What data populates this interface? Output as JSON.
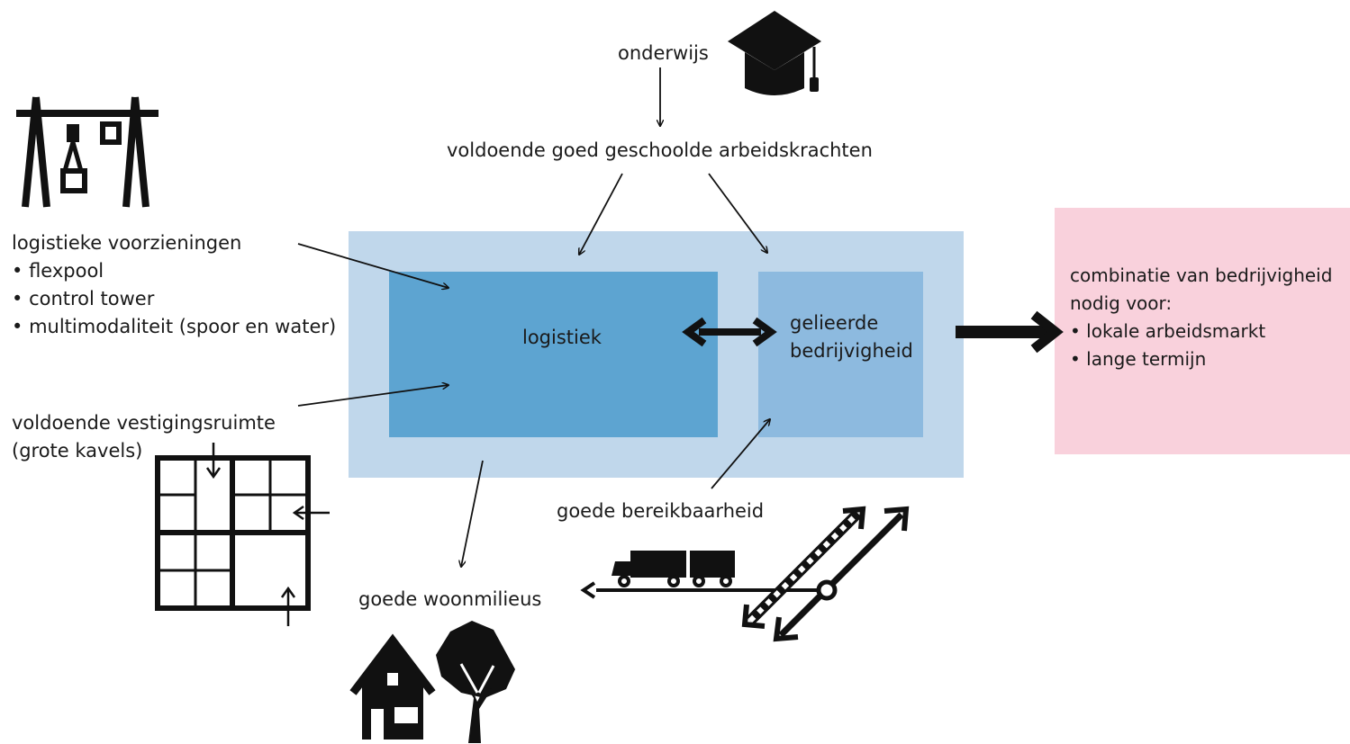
{
  "top": {
    "onderwijs": "onderwijs",
    "arbeidskrachten": "voldoende goed geschoolde arbeidskrachten"
  },
  "left": {
    "voorzieningen_title": "logistieke voorzieningen",
    "voorzieningen_items": [
      "flexpool",
      "control tower",
      "multimodaliteit (spoor en water)"
    ],
    "vestiging_line1": "voldoende vestigingsruimte",
    "vestiging_line2": "(grote kavels)"
  },
  "center": {
    "logistiek": "logistiek",
    "gelieerde_line1": "gelieerde",
    "gelieerde_line2": "bedrijvigheid"
  },
  "bottom": {
    "bereikbaarheid": "goede bereikbaarheid",
    "woonmilieus": "goede woonmilieus"
  },
  "right": {
    "line1": "combinatie van bedrijvigheid",
    "line2": "nodig voor:",
    "items": [
      "lokale arbeidsmarkt",
      "lange termijn"
    ]
  },
  "colors": {
    "outer": "#c0d7eb",
    "logistiek": "#5da4d1",
    "gelieerde": "#8dbadf",
    "result": "#f9d1dc"
  },
  "icons": [
    "graduation-cap-icon",
    "gantry-crane-icon",
    "parcel-grid-icon",
    "truck-icon",
    "road-rail-crossing-icon",
    "house-icon",
    "tree-icon"
  ]
}
